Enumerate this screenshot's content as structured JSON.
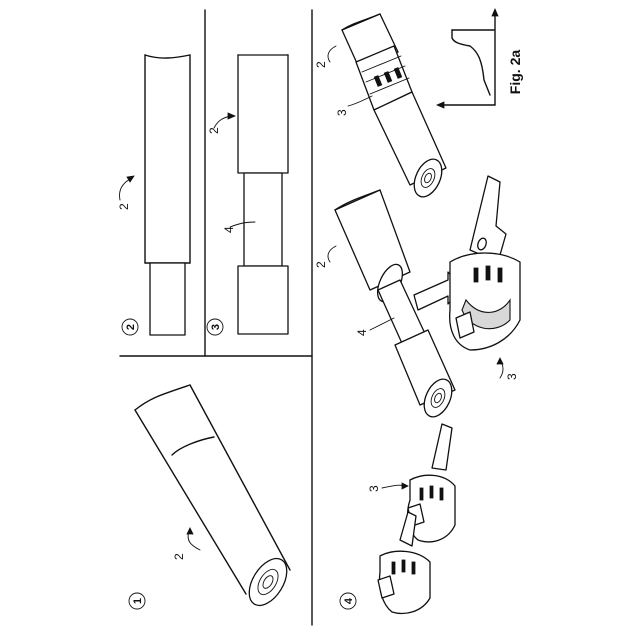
{
  "figure_caption": "Fig. 2a",
  "steps": [
    {
      "number": "1",
      "labels": [
        "2"
      ]
    },
    {
      "number": "2",
      "labels": [
        "2"
      ]
    },
    {
      "number": "3",
      "labels": [
        "2",
        "4"
      ]
    },
    {
      "number": "4",
      "labels": [
        "2",
        "3",
        "2",
        "4",
        "3",
        "3"
      ]
    }
  ],
  "reference_numerals": {
    "cable": "2",
    "contact_element": "3",
    "stripped_section": "4"
  }
}
